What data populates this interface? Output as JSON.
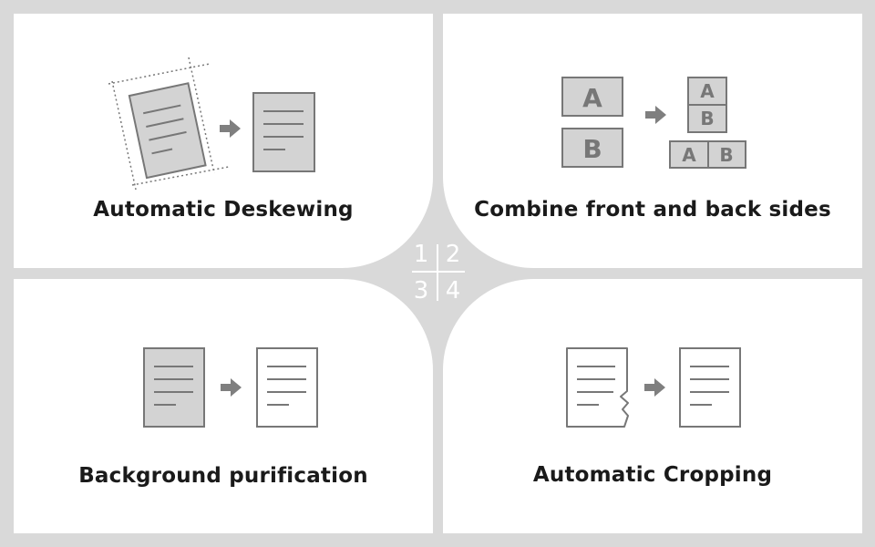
{
  "panels": [
    {
      "number": "1",
      "title": "Automatic Deskewing"
    },
    {
      "number": "2",
      "title": "Combine front and back sides",
      "letters": {
        "a": "A",
        "b": "B"
      }
    },
    {
      "number": "3",
      "title": "Background purification"
    },
    {
      "number": "4",
      "title": "Automatic Cropping"
    }
  ],
  "colors": {
    "background": "#d9d9d9",
    "panel": "#ffffff",
    "icon_stroke": "#777777",
    "icon_fill": "#d3d3d3",
    "arrow": "#7f7f7f",
    "text": "#1a1a1a"
  }
}
